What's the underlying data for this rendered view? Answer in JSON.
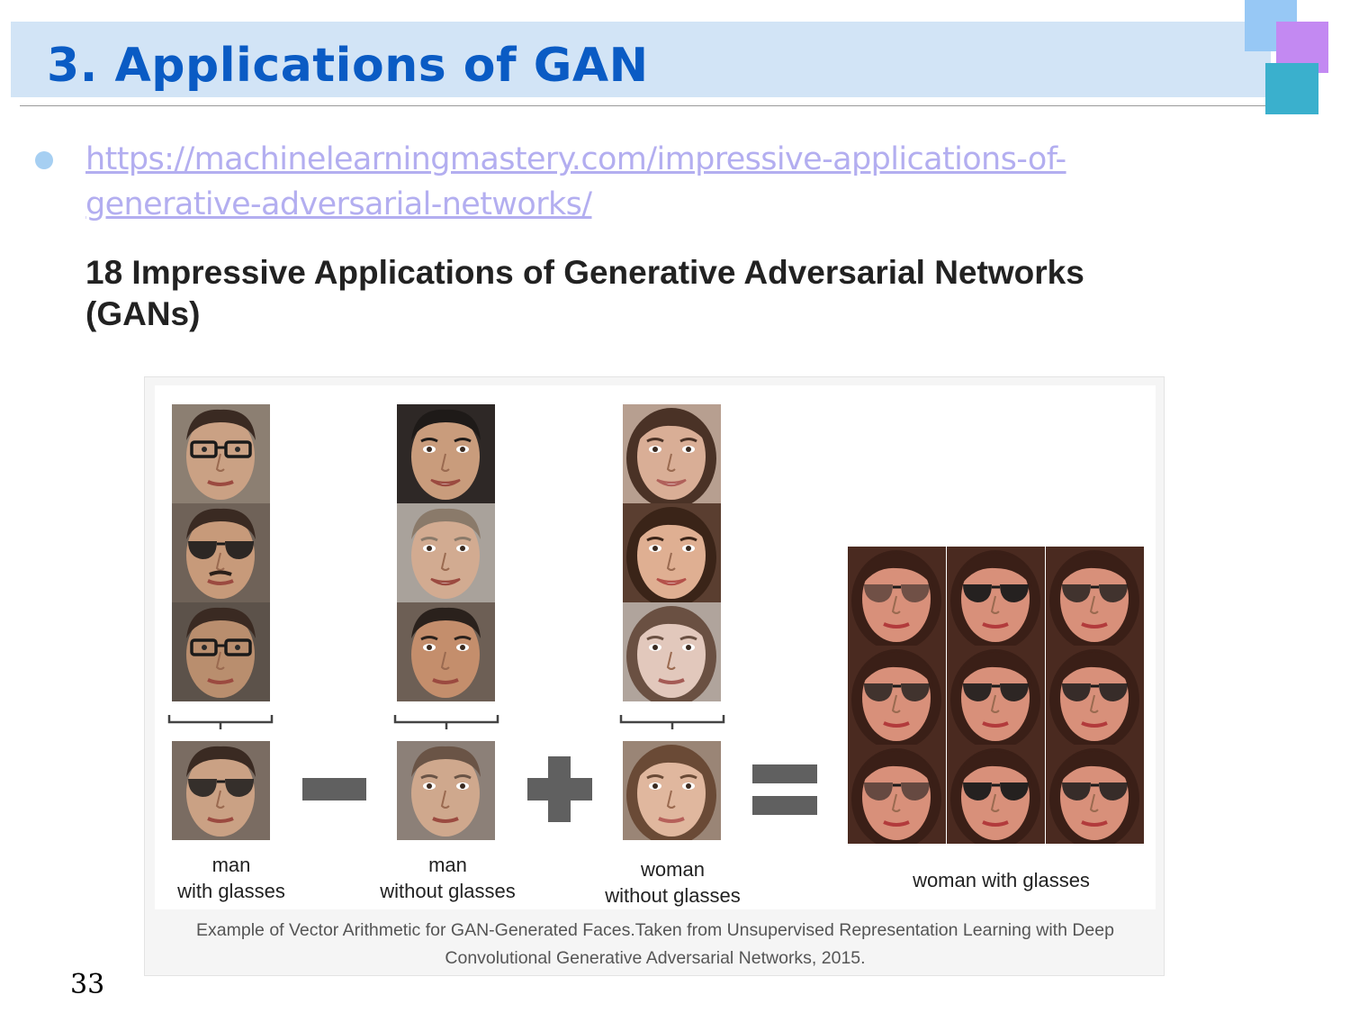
{
  "slide": {
    "title": "3. Applications of GAN",
    "link": "https://machinelearningmastery.com/impressive-applications-of-generative-adversarial-networks/",
    "article_title": "18 Impressive Applications of Generative Adversarial Networks (GANs)",
    "page_number": "33"
  },
  "figure": {
    "labels": {
      "man_with_glasses": "man\nwith glasses",
      "man_without_glasses": "man\nwithout glasses",
      "woman_without_glasses": "woman\nwithout glasses",
      "woman_with_glasses": "woman with glasses"
    },
    "operators": [
      "minus",
      "plus",
      "equals"
    ],
    "caption": "Example of Vector Arithmetic for GAN-Generated Faces.Taken from Unsupervised Representation Learning with Deep Convolutional Generative Adversarial Networks, 2015."
  },
  "colors": {
    "title": "#0a5bc4",
    "title_band": "#d2e4f6",
    "link": "#b3aef0",
    "accent_squares": [
      "#97c8f5",
      "#c389f2",
      "#3ab0cd"
    ]
  }
}
